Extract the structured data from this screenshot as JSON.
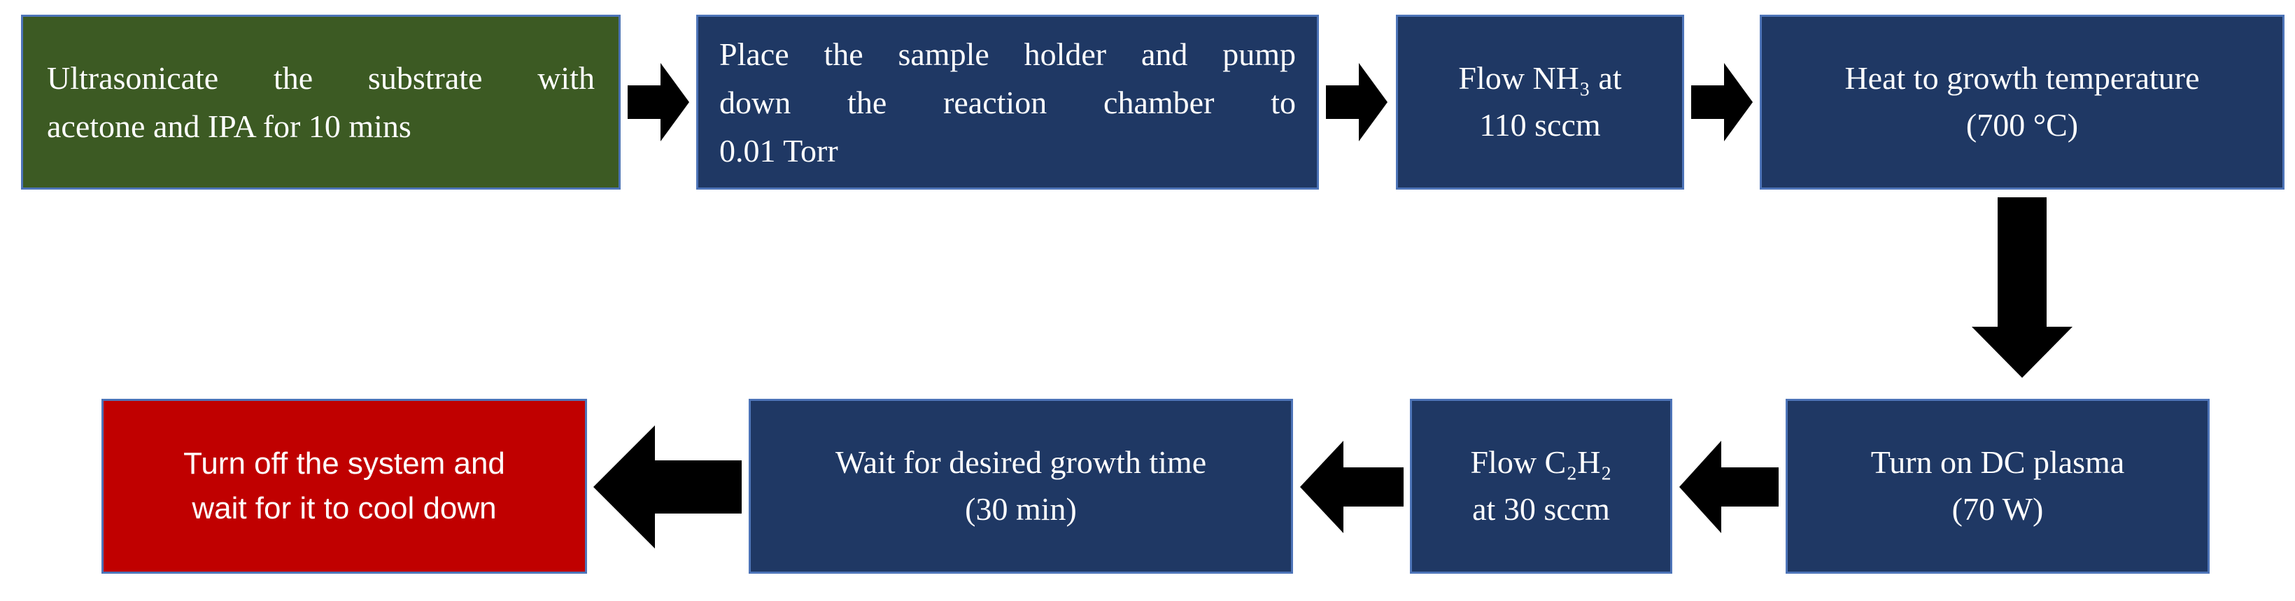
{
  "colors": {
    "box_green": "#3C5A23",
    "box_navy": "#1F3864",
    "box_red": "#C00000",
    "box_border": "#4D74B8",
    "arrow": "#000000",
    "text": "#FFFFFF",
    "background": "#FFFFFF"
  },
  "steps": [
    {
      "id": 1,
      "color_key": "box_green",
      "lines": [
        "Ultrasonicate the substrate with",
        "acetone and IPA for 10 mins"
      ]
    },
    {
      "id": 2,
      "color_key": "box_navy",
      "lines": [
        "Place the sample holder and pump",
        "down the reaction chamber to",
        "0.01 Torr"
      ]
    },
    {
      "id": 3,
      "color_key": "box_navy",
      "text": "Flow NH₃ at\n110 sccm"
    },
    {
      "id": 4,
      "color_key": "box_navy",
      "text": "Heat to growth temperature\n(700 °C)"
    },
    {
      "id": 5,
      "color_key": "box_navy",
      "text": "Turn on DC plasma\n(70 W)"
    },
    {
      "id": 6,
      "color_key": "box_navy",
      "text": "Flow C₂H₂\nat 30 sccm"
    },
    {
      "id": 7,
      "color_key": "box_navy",
      "text": "Wait for desired growth time\n(30 min)"
    },
    {
      "id": 8,
      "color_key": "box_red",
      "text": "Turn off the system and\nwait for it to cool down"
    }
  ],
  "connectors": [
    {
      "from": 1,
      "to": 2,
      "direction": "right"
    },
    {
      "from": 2,
      "to": 3,
      "direction": "right"
    },
    {
      "from": 3,
      "to": 4,
      "direction": "right"
    },
    {
      "from": 4,
      "to": 5,
      "direction": "down"
    },
    {
      "from": 5,
      "to": 6,
      "direction": "left"
    },
    {
      "from": 6,
      "to": 7,
      "direction": "left"
    },
    {
      "from": 7,
      "to": 8,
      "direction": "left"
    }
  ]
}
